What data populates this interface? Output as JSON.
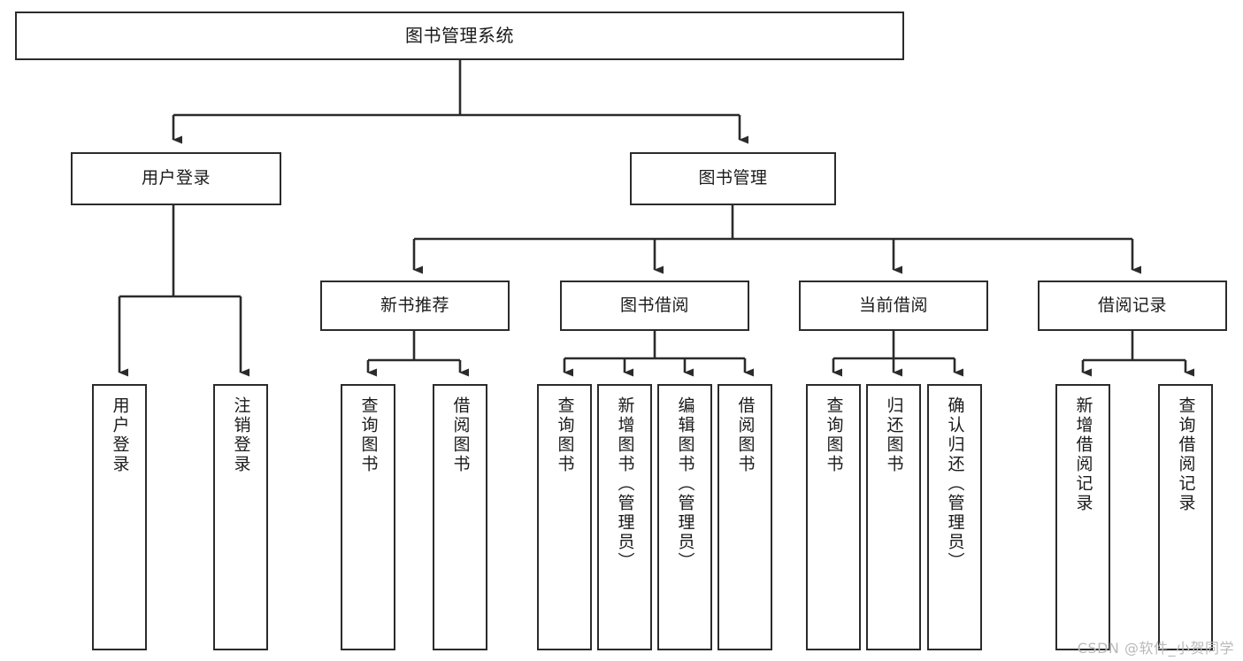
{
  "diagram": {
    "type": "tree-hierarchy",
    "title": "图书管理系统",
    "watermark": "CSDN @软件_小贺同学",
    "colors": {
      "stroke": "#2b2b2b",
      "fill": "#ffffff",
      "text": "#1a1a1a",
      "watermark": "#b9b9b9"
    },
    "nodes": {
      "root": {
        "label": "图书管理系统"
      },
      "level2": [
        {
          "id": "user-login",
          "label": "用户登录"
        },
        {
          "id": "book-manage",
          "label": "图书管理"
        }
      ],
      "level3": [
        {
          "id": "new-book-recommend",
          "label": "新书推荐"
        },
        {
          "id": "book-borrow",
          "label": "图书借阅"
        },
        {
          "id": "current-borrow",
          "label": "当前借阅"
        },
        {
          "id": "borrow-record",
          "label": "借阅记录"
        }
      ],
      "leaves": {
        "user_login": [
          {
            "id": "leaf-user-login",
            "label": "用户登录"
          },
          {
            "id": "leaf-logout",
            "label": "注销登录"
          }
        ],
        "new_book_recommend": [
          {
            "id": "leaf-query-book-1",
            "label": "查询图书"
          },
          {
            "id": "leaf-borrow-book-1",
            "label": "借阅图书"
          }
        ],
        "book_borrow": [
          {
            "id": "leaf-query-book-2",
            "label": "查询图书"
          },
          {
            "id": "leaf-add-book",
            "label": "新增图书（管理员）"
          },
          {
            "id": "leaf-edit-book",
            "label": "编辑图书（管理员）"
          },
          {
            "id": "leaf-borrow-book-2",
            "label": "借阅图书"
          }
        ],
        "current_borrow": [
          {
            "id": "leaf-query-book-3",
            "label": "查询图书"
          },
          {
            "id": "leaf-return-book",
            "label": "归还图书"
          },
          {
            "id": "leaf-confirm-return",
            "label": "确认归还（管理员）"
          }
        ],
        "borrow_record": [
          {
            "id": "leaf-add-record",
            "label": "新增借阅记录"
          },
          {
            "id": "leaf-query-record",
            "label": "查询借阅记录"
          }
        ]
      }
    }
  }
}
